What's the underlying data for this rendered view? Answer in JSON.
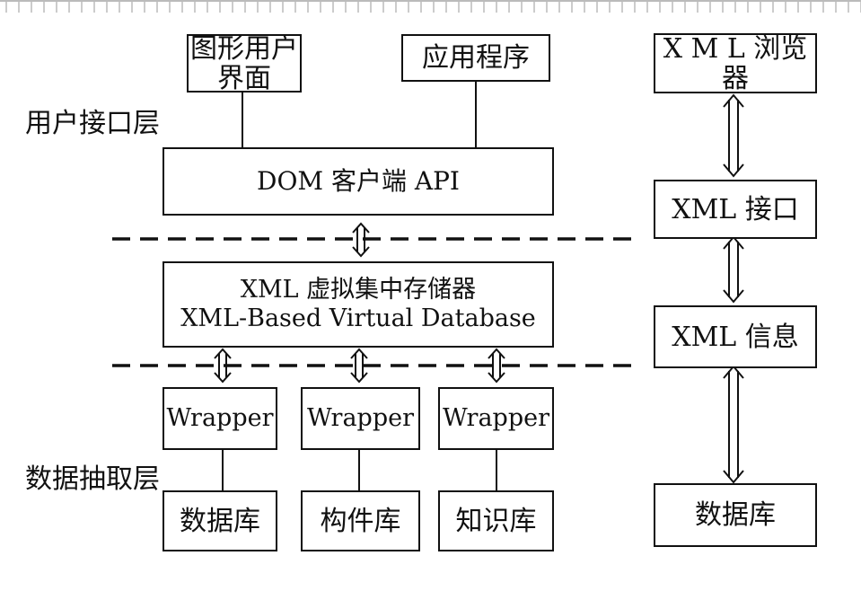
{
  "labels": {
    "user_interface_layer": "用户接口层",
    "data_extraction_layer": "数据抽取层"
  },
  "boxes": {
    "gui": "图形用户\n界面",
    "application": "应用程序",
    "dom_api": "DOM 客户端 API",
    "virtual_db_title": "XML 虚拟集中存储器",
    "virtual_db_subtitle": "XML-Based Virtual Database",
    "wrapper_1": "Wrapper",
    "wrapper_2": "Wrapper",
    "wrapper_3": "Wrapper",
    "database": "数据库",
    "component_lib": "构件库",
    "knowledge_lib": "知识库",
    "xml_browser": "X M L 浏览器",
    "xml_interface": "XML 接口",
    "xml_info": "XML 信息",
    "right_database": "数据库"
  }
}
